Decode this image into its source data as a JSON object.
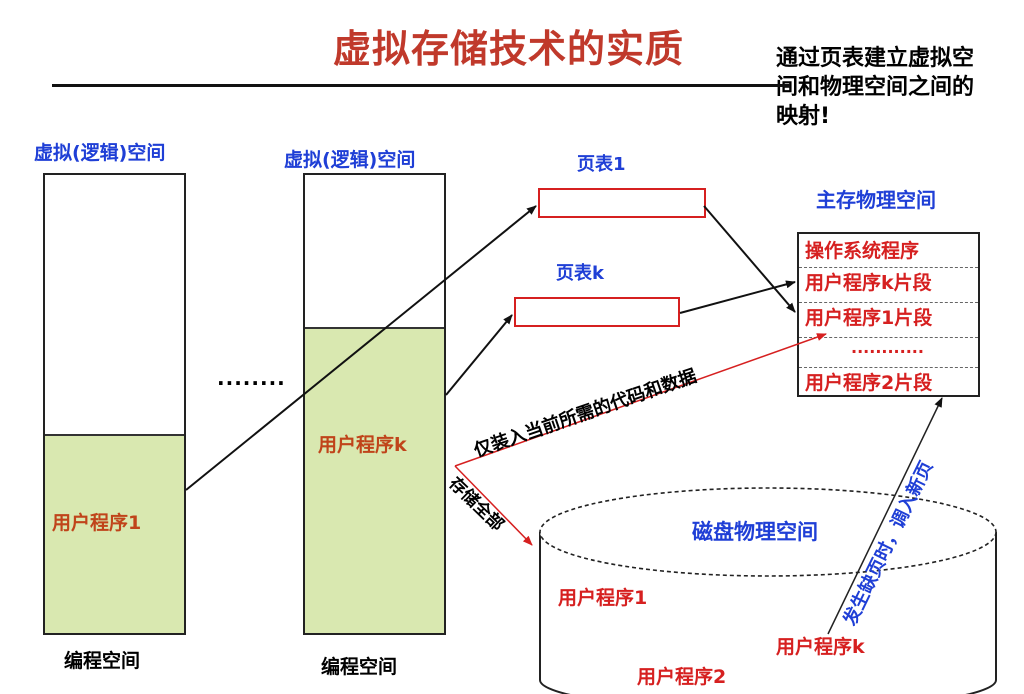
{
  "title": "虚拟存储技术的实质",
  "side_note": "通过页表建立虚拟空间和物理空间之间的映射!",
  "virtual_space_label_1": "虚拟(逻辑)空间",
  "virtual_space_label_2": "虚拟(逻辑)空间",
  "program_1_label": "用户程序1",
  "program_k_label": "用户程序k",
  "programming_space_1": "编程空间",
  "programming_space_2": "编程空间",
  "ellipsis_between": "........",
  "page_table_1": "页表1",
  "page_table_k": "页表k",
  "main_memory_title": "主存物理空间",
  "main_memory_rows": [
    "操作系统程序",
    "用户程序k片段",
    "用户程序1片段",
    "............",
    "用户程序2片段"
  ],
  "load_label": "仅装入当前所需的代码和数据",
  "store_all_label": "存储全部",
  "page_fault_label": "发生缺页时，调入新页",
  "disk_title": "磁盘物理空间",
  "disk_programs": [
    "用户程序1",
    "用户程序2",
    "用户程序k"
  ],
  "colors": {
    "title": "#c0392b",
    "label_blue": "#1f3fd6",
    "red": "#d62020",
    "program_fill": "#d9e8b0",
    "program_text": "#c0441a"
  }
}
